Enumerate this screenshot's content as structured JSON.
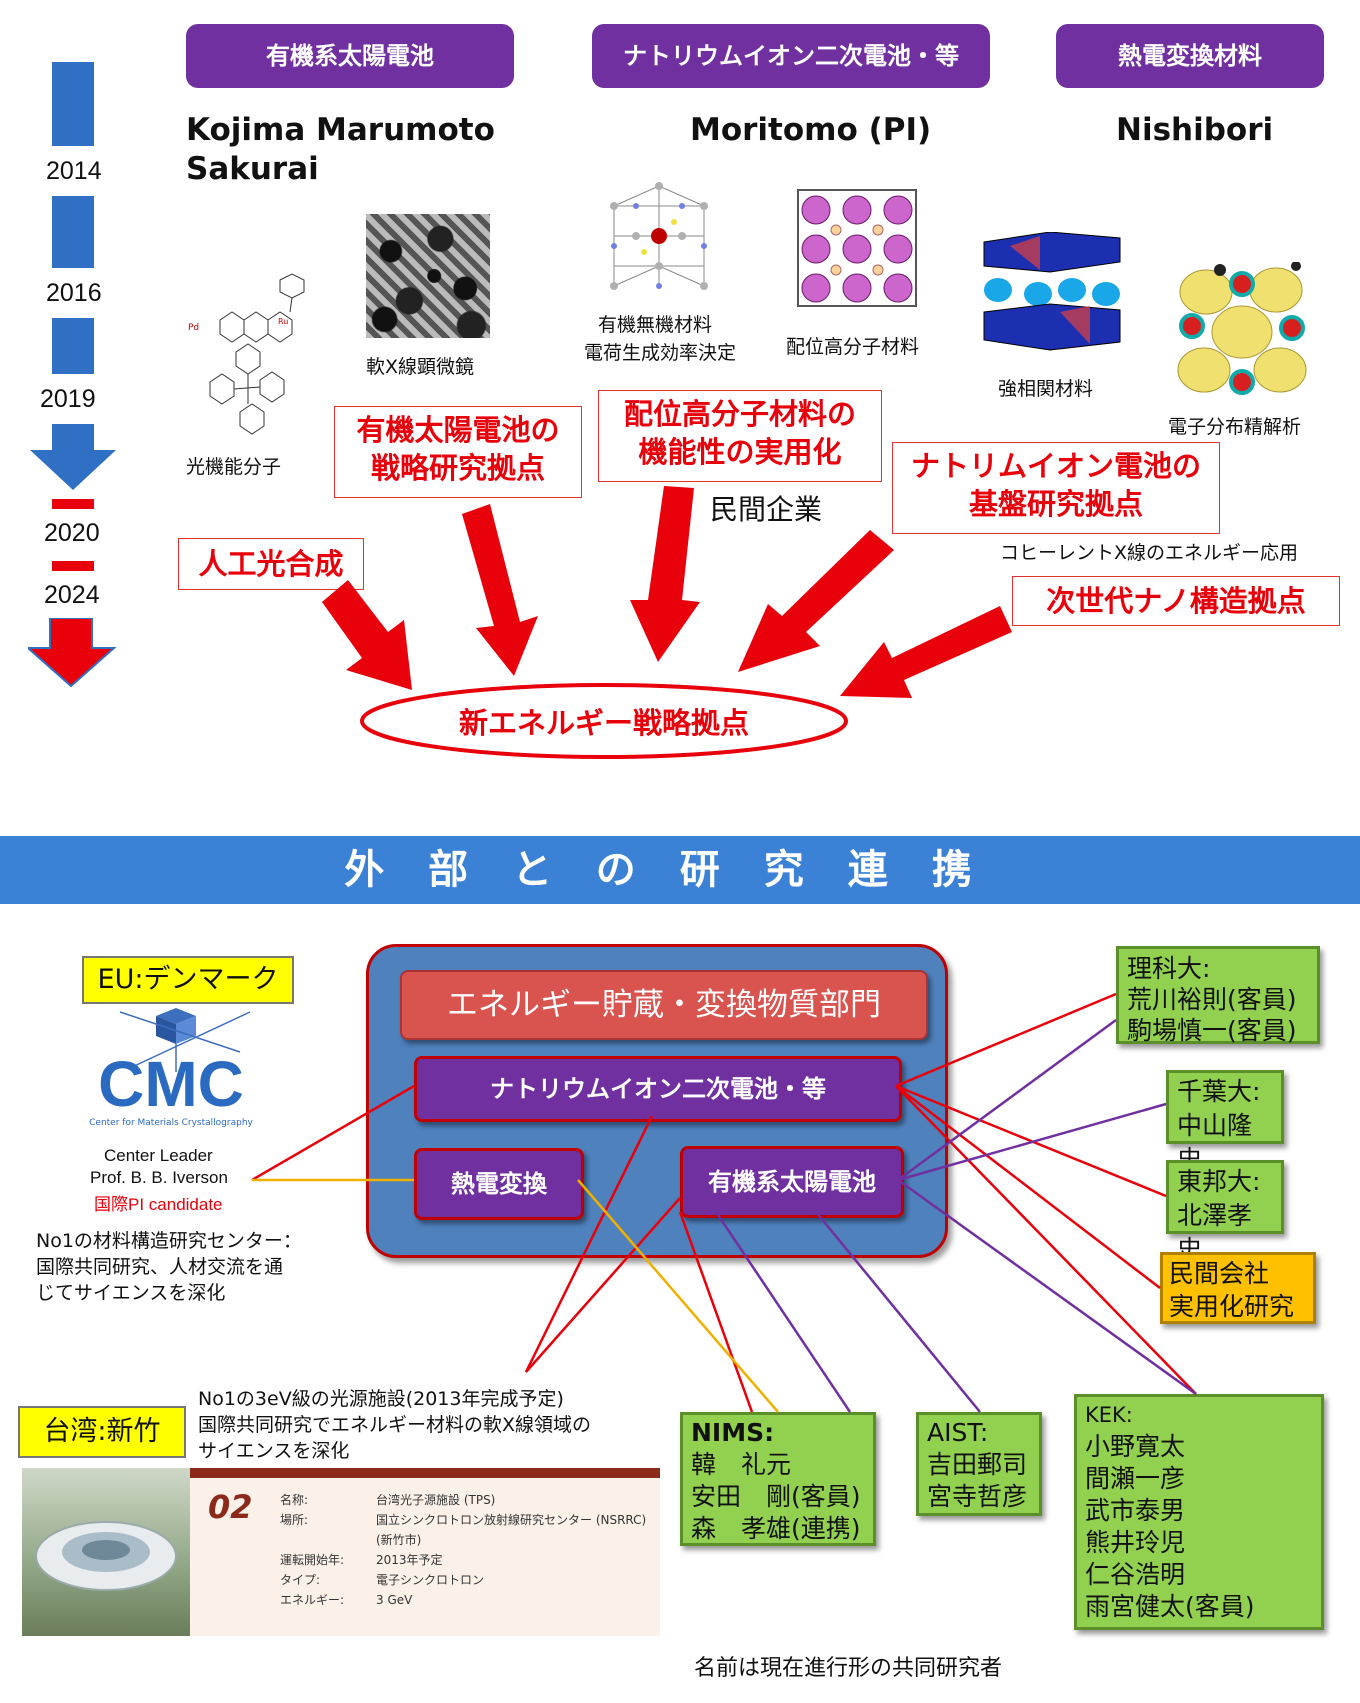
{
  "timeline": {
    "years": [
      "2014",
      "2016",
      "2019",
      "2020",
      "2024"
    ]
  },
  "headers": [
    "有機系太陽電池",
    "ナトリウムイオン二次電池・等",
    "熱電変換材料"
  ],
  "researchers": {
    "group1": [
      "Kojima Marumoto",
      "Sakurai"
    ],
    "group2": "Moritomo (PI)",
    "group3": "Nishibori"
  },
  "image_captions": {
    "kouki": "光機能分子",
    "nanxsen": "軟X線顕微鏡",
    "yuuki_muki_1": "有機無機材料",
    "yuuki_muki_2": "電荷生成効率決定",
    "haii": "配位高分子材料",
    "kyousou": "強相関材料",
    "denshi": "電子分布精解析"
  },
  "goals": {
    "solar_1": "有機太陽電池の",
    "solar_2": "戦略研究拠点",
    "coord_1": "配位高分子材料の",
    "coord_2": "機能性の実用化",
    "minkan": "民間企業",
    "sodium_1": "ナトリムイオン電池の",
    "sodium_2": "基盤研究拠点",
    "coherent": "コヒーレントX線のエネルギー応用",
    "artificial": "人工光合成",
    "nano": "次世代ナノ構造拠点",
    "center": "新エネルギー戦略拠点"
  },
  "band_title": "外部との研究連携",
  "center_box": {
    "dept": "エネルギー貯蔵・変換物質部門",
    "sodium": "ナトリウムイオン二次電池・等",
    "thermo": "熱電変換",
    "solar": "有機系太陽電池"
  },
  "eu": {
    "tag": "EU:デンマーク",
    "logo": "CMC",
    "logo_sub": "Center for Materials Crystallography",
    "leader_1": "Center Leader",
    "leader_2": "Prof. B. B. Iverson",
    "pi": "国際PI candidate",
    "desc_1": "No1の材料構造研究センター：",
    "desc_2": "国際共同研究、人材交流を通",
    "desc_3": "じてサイエンスを深化"
  },
  "taiwan": {
    "tag": "台湾:新竹",
    "desc_1": "No1の3eV級の光源施設(2013年完成予定)",
    "desc_2": "国際共同研究でエネルギー材料の軟X線領域の",
    "desc_3": "サイエンスを深化",
    "num": "02",
    "rows": [
      {
        "k": "名称:",
        "v": "台湾光子源施設 (TPS)"
      },
      {
        "k": "場所:",
        "v": "国立シンクロトロン放射線研究センター (NSRRC)"
      },
      {
        "k": "",
        "v": "(新竹市)"
      },
      {
        "k": "運転開始年:",
        "v": "2013年予定"
      },
      {
        "k": "タイプ:",
        "v": "電子シンクロトロン"
      },
      {
        "k": "エネルギー:",
        "v": "3 GeV"
      }
    ]
  },
  "partners": {
    "rika": [
      "理科大:",
      "荒川裕則(客員)",
      "駒場慎一(客員)"
    ],
    "chiba": [
      "千葉大:",
      "中山隆史"
    ],
    "toho": [
      "東邦大:",
      "北澤孝史"
    ],
    "private": [
      "民間会社",
      "実用化研究"
    ],
    "nims": [
      "NIMS:",
      "韓　礼元",
      "安田　剛(客員)",
      "森　孝雄(連携)"
    ],
    "aist": [
      "AIST:",
      "吉田郵司",
      "宮寺哲彦"
    ],
    "kek": [
      "KEK:",
      "小野寛太",
      "間瀬一彦",
      "武市泰男",
      "熊井玲児",
      "仁谷浩明",
      "雨宮健太(客員)"
    ]
  },
  "footer": "名前は現在進行形の共同研究者",
  "colors": {
    "purple": "#7030a0",
    "red": "#e8000b",
    "blue": "#3b82d6",
    "green": "#92d050",
    "yellow": "#ffc000"
  }
}
